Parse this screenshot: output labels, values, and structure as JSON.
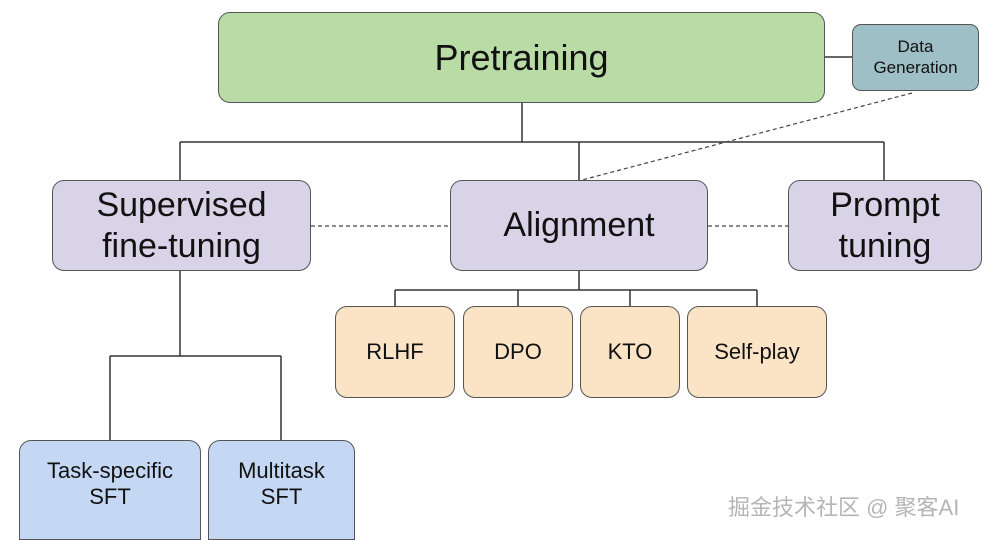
{
  "nodes": {
    "pretraining": "Pretraining",
    "data_generation": [
      "Data",
      "Generation"
    ],
    "supervised_fine_tuning": [
      "Supervised",
      "fine-tuning"
    ],
    "alignment": "Alignment",
    "prompt_tuning": [
      "Prompt",
      "tuning"
    ],
    "rlhf": "RLHF",
    "dpo": "DPO",
    "kto": "KTO",
    "self_play": "Self-play",
    "task_specific_sft": [
      "Task-specific",
      "SFT"
    ],
    "multitask_sft": [
      "Multitask",
      "SFT"
    ]
  },
  "colors": {
    "pretraining": "#b9dca6",
    "level2": "#d9d3e8",
    "data_generation": "#9fbfc6",
    "alignment_methods": "#fbe3c6",
    "sft_variants": "#c5d8f3",
    "connector": "#333333"
  },
  "watermark": "掘金技术社区 @ 聚客AI"
}
